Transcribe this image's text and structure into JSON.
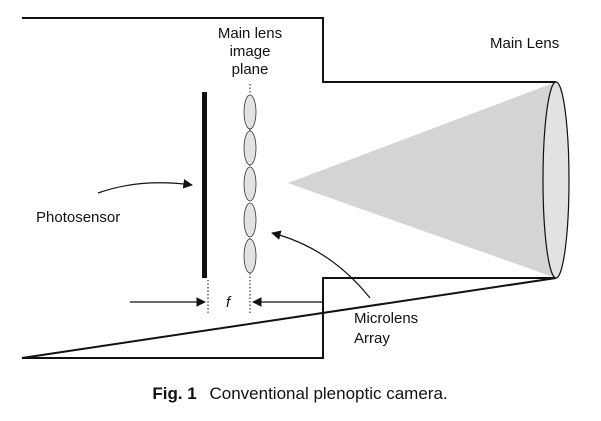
{
  "labels": {
    "main_lens_image_plane": [
      "Main lens",
      "image",
      "plane"
    ],
    "main_lens": "Main Lens",
    "photosensor": "Photosensor",
    "focal_length": "f",
    "microlens_array": [
      "Microlens",
      "Array"
    ]
  },
  "caption": {
    "prefix": "Fig. 1",
    "text": "Conventional plenoptic camera."
  },
  "colors": {
    "stroke": "#111111",
    "light_cone": "#d4d4d4",
    "lens_fill": "#e2e2e2",
    "background": "#ffffff"
  },
  "icons": {
    "arrowhead": "filled-triangle"
  }
}
